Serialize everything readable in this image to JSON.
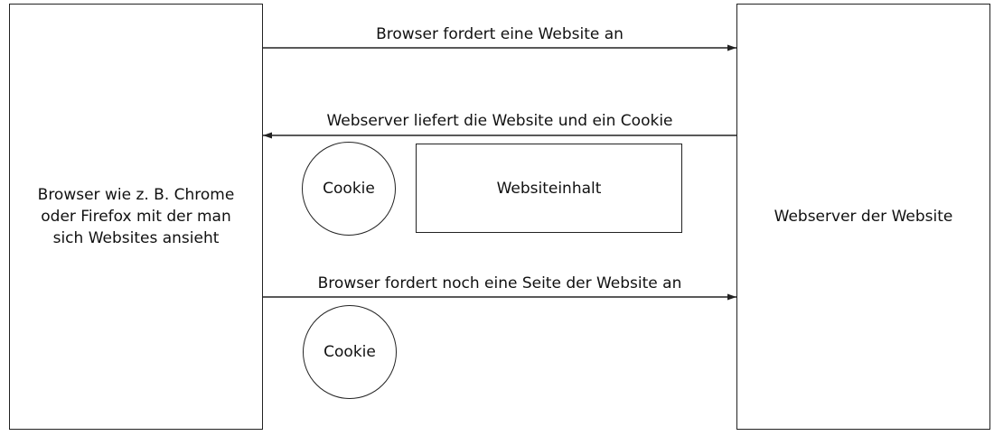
{
  "nodes": {
    "browser": "Browser wie z. B. Chrome oder Firefox mit der man sich Websites ansieht",
    "webserver": "Webserver der Website",
    "website_content": "Websiteinhalt"
  },
  "cookies": [
    {
      "label": "Cookie"
    },
    {
      "label": "Cookie"
    }
  ],
  "arrows": [
    {
      "label": "Browser fordert eine Website an",
      "direction": "right"
    },
    {
      "label": "Webserver liefert die Website und ein Cookie",
      "direction": "left"
    },
    {
      "label": "Browser fordert noch eine Seite der Website an",
      "direction": "right"
    }
  ],
  "colors": {
    "stroke": "#222222",
    "background": "#ffffff",
    "text": "#111111"
  }
}
